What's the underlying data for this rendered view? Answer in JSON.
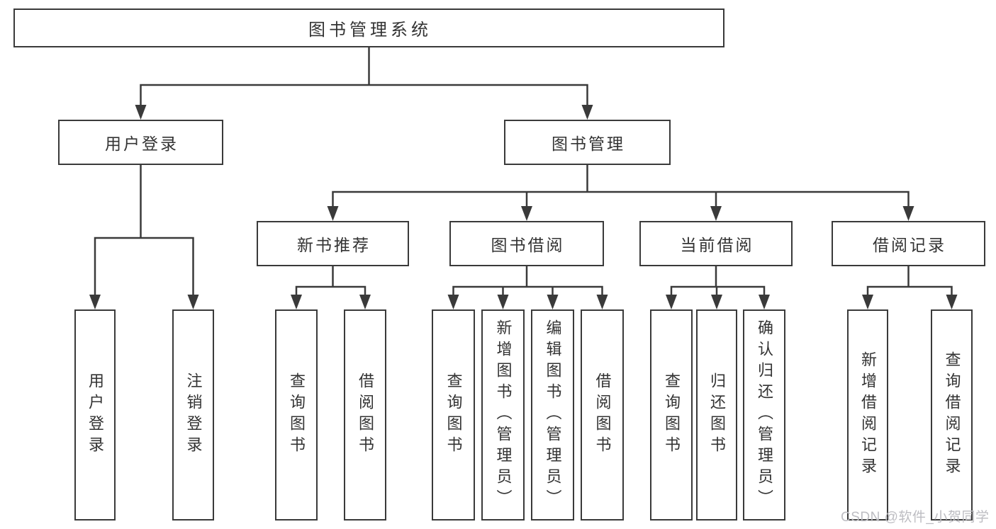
{
  "diagram": {
    "root": {
      "label": "图书管理系统"
    },
    "branches": [
      {
        "label": "用户登录",
        "children": [
          {
            "label": "用户登录"
          },
          {
            "label": "注销登录"
          }
        ]
      },
      {
        "label": "图书管理",
        "children": [
          {
            "label": "新书推荐",
            "children": [
              {
                "label": "查询图书"
              },
              {
                "label": "借阅图书"
              }
            ]
          },
          {
            "label": "图书借阅",
            "children": [
              {
                "label": "查询图书"
              },
              {
                "label": "新增图书（管理员）"
              },
              {
                "label": "编辑图书（管理员）"
              },
              {
                "label": "借阅图书"
              }
            ]
          },
          {
            "label": "当前借阅",
            "children": [
              {
                "label": "查询图书"
              },
              {
                "label": "归还图书"
              },
              {
                "label": "确认归还（管理员）"
              }
            ]
          },
          {
            "label": "借阅记录",
            "children": [
              {
                "label": "新增借阅记录"
              },
              {
                "label": "查询借阅记录"
              }
            ]
          }
        ]
      }
    ]
  },
  "watermark": {
    "text": "CSDN @软件_小贺同学"
  },
  "colors": {
    "line": "#3a3a3a",
    "box_border": "#3a3a3a",
    "text": "#333333",
    "watermark": "#bdbdc2",
    "background": "#ffffff"
  }
}
